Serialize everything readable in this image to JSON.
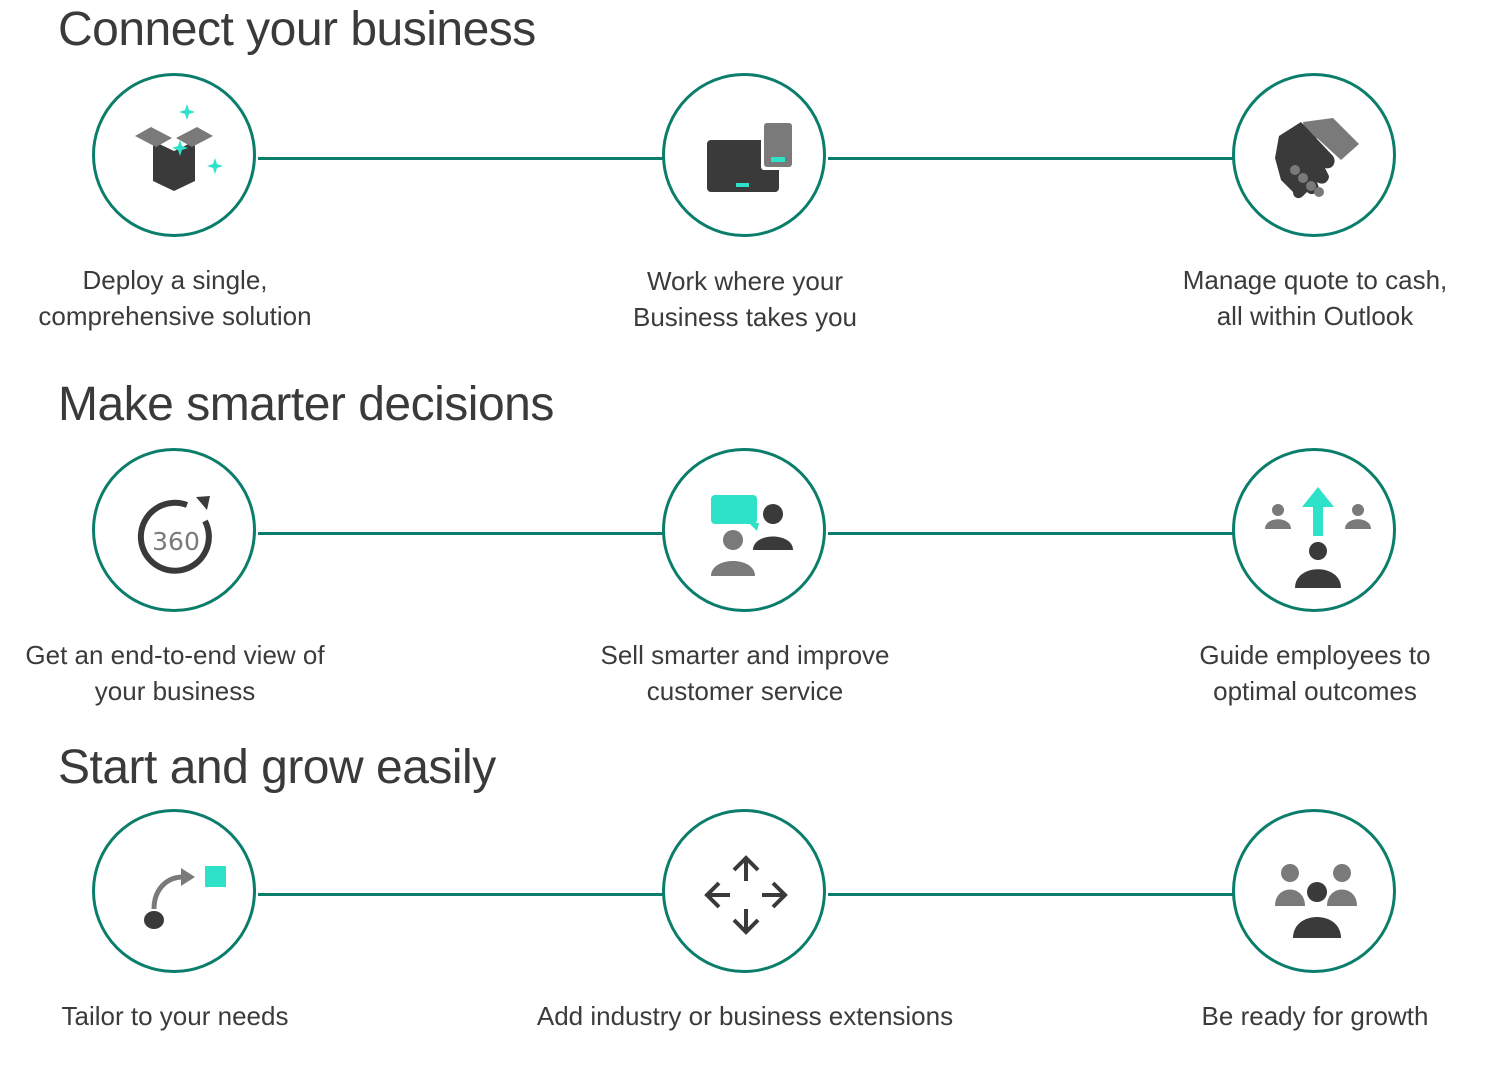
{
  "colors": {
    "accent_line": "#0b7d6b",
    "icon_dark": "#3a3a3a",
    "icon_gray": "#7a7a7a",
    "icon_teal": "#2de2c8"
  },
  "sections": [
    {
      "title": "Connect your business",
      "items": [
        {
          "icon": "box-sparkle-icon",
          "lines": [
            "Deploy a single,",
            "comprehensive solution"
          ]
        },
        {
          "icon": "devices-icon",
          "lines": [
            "Work where your",
            "Business takes you"
          ]
        },
        {
          "icon": "handshake-icon",
          "lines": [
            "Manage quote to cash,",
            "all within Outlook"
          ]
        }
      ]
    },
    {
      "title": "Make smarter decisions",
      "items": [
        {
          "icon": "360-view-icon",
          "lines": [
            "Get an end-to-end view of",
            "your business"
          ]
        },
        {
          "icon": "customer-chat-icon",
          "lines": [
            "Sell smarter and improve",
            "customer service"
          ]
        },
        {
          "icon": "guide-employees-icon",
          "lines": [
            "Guide employees to",
            "optimal outcomes"
          ]
        }
      ]
    },
    {
      "title": "Start and grow easily",
      "items": [
        {
          "icon": "tailor-path-icon",
          "lines": [
            "Tailor to your needs"
          ]
        },
        {
          "icon": "expand-arrows-icon",
          "lines": [
            "Add industry or business extensions"
          ]
        },
        {
          "icon": "team-growth-icon",
          "lines": [
            "Be ready for growth"
          ]
        }
      ]
    }
  ]
}
